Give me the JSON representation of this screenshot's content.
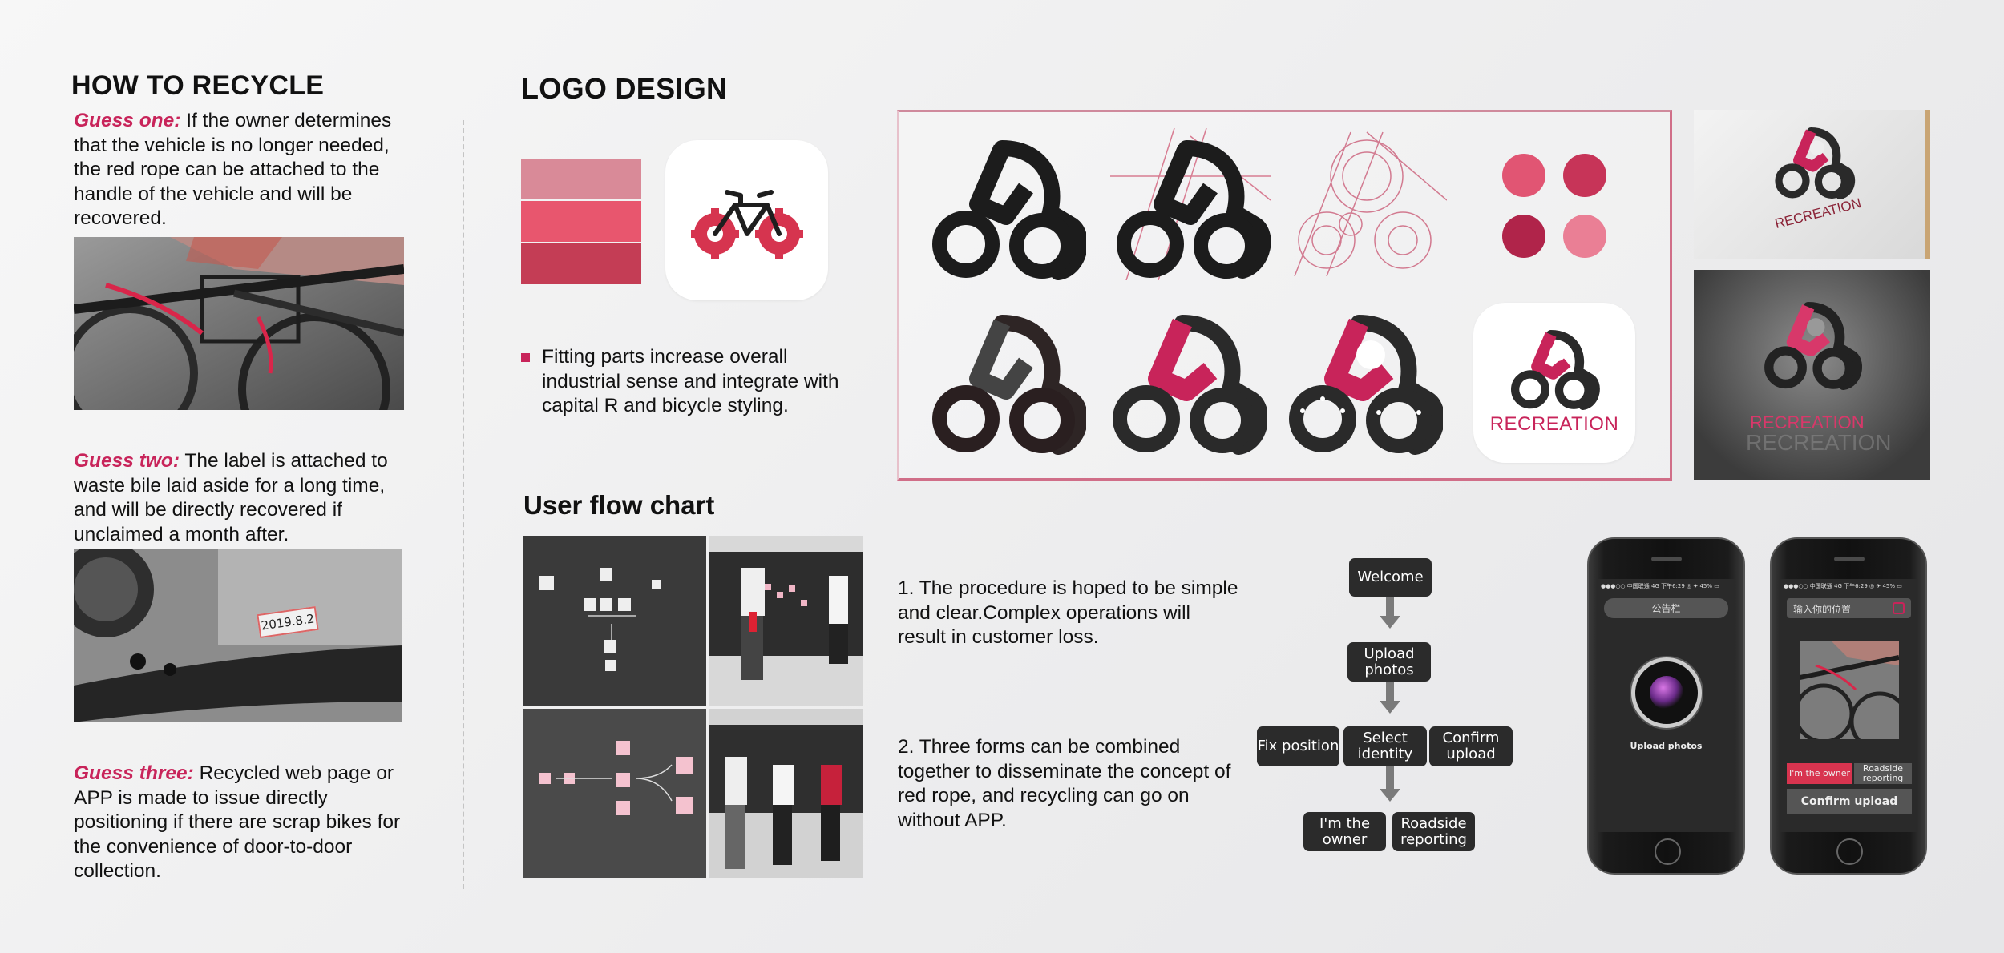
{
  "recycle": {
    "title": "HOW TO RECYCLE",
    "guesses": [
      {
        "label": "Guess one:",
        "text": " If the owner determines that the vehicle is no longer needed, the red rope can be attached to the handle of the vehicle and will be recovered."
      },
      {
        "label": "Guess two:",
        "text": " The label is attached to waste bile laid aside for a long time, and will be directly recovered if unclaimed a month after."
      },
      {
        "label": "Guess three:",
        "text": " Recycled web page or APP is made to issue directly positioning if there are scrap bikes for the convenience of door-to-door collection."
      }
    ],
    "tag_text": "2019.8.2"
  },
  "logo_design": {
    "title": "LOGO DESIGN",
    "swatches": [
      "#d98a98",
      "#e8566e",
      "#c43d55"
    ],
    "bullet_text": "Fitting parts increase overall industrial sense and integrate with capital R and bicycle styling.",
    "brand_name": "RECREATION",
    "palette_dots": [
      "#e15573",
      "#c73458",
      "#b0244a",
      "#ea7f95"
    ]
  },
  "user_flow": {
    "title": "User flow chart",
    "notes": [
      "1. The procedure is hoped to be simple and clear.Complex operations will result in customer loss.",
      "2. Three forms can be combined together to disseminate the concept of red rope, and recycling can go on without APP."
    ],
    "nodes": {
      "welcome": "Welcome",
      "upload": "Upload photos",
      "fix": "Fix position",
      "select": "Select identity",
      "confirm": "Confirm upload",
      "owner": "I'm the owner",
      "roadside": "Roadside reporting"
    }
  },
  "phones": {
    "left": {
      "statusbar": "●●●○○ 中国联通 4G   下午6:29   ◎ ✈ 45% ▭",
      "board": "公告栏",
      "upload_label": "Upload photos"
    },
    "right": {
      "statusbar": "●●●○○ 中国联通 4G   下午6:29   ◎ ✈ 45% ▭",
      "location": "输入你的位置",
      "owner_btn": "I'm the owner",
      "roadside_btn": "Roadside reporting",
      "confirm_btn": "Confirm upload"
    }
  },
  "colors": {
    "accent": "#c8245a",
    "dark": "#2b2b2b"
  }
}
